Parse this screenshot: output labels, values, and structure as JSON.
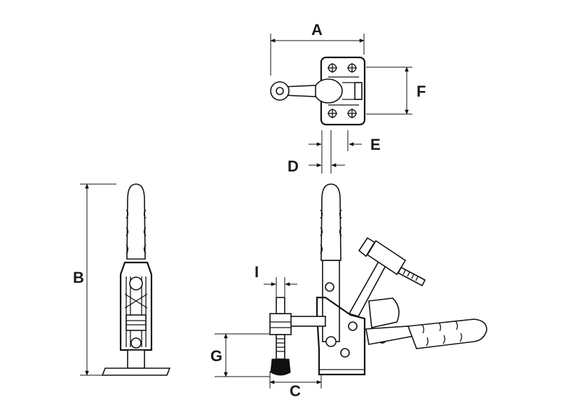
{
  "labels": {
    "A": "A",
    "B": "B",
    "C": "C",
    "D": "D",
    "E": "E",
    "F": "F",
    "G": "G",
    "I": "I"
  }
}
